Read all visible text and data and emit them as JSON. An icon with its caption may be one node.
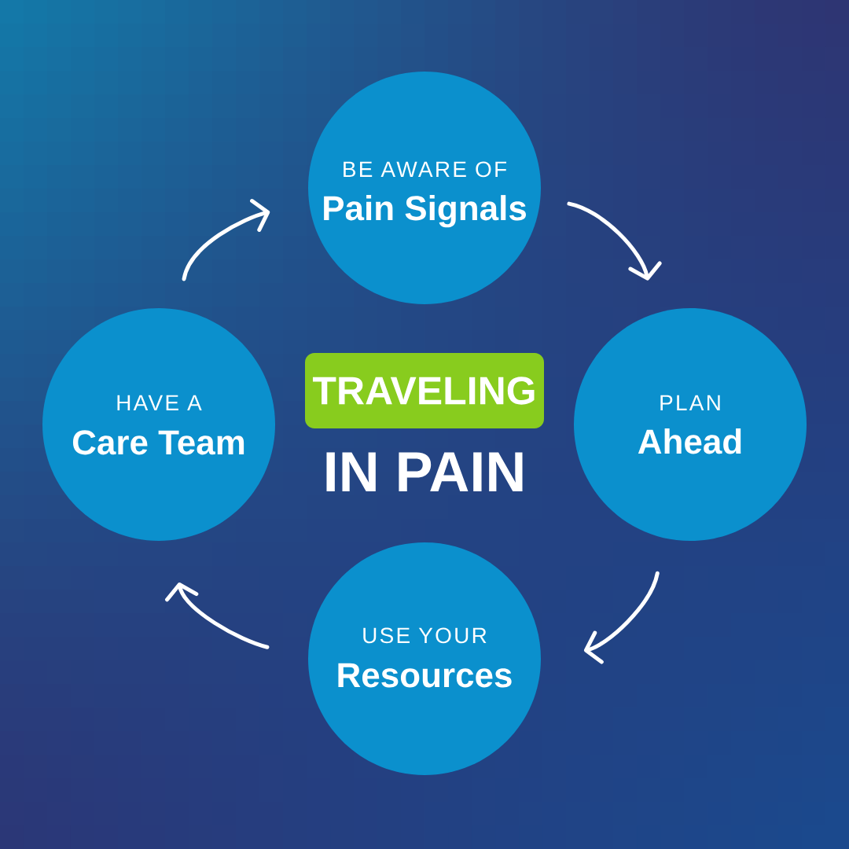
{
  "diagram": {
    "nodes": [
      {
        "text": [
          "BE AWARE OF",
          "Pain Signals"
        ]
      },
      {
        "text": [
          "HAVE A",
          "Care Team"
        ]
      },
      {
        "text": [
          "TRAVELING"
        ]
      },
      {
        "text": [
          "PLAN",
          "Ahead"
        ]
      },
      {
        "text": [
          "USE YOUR",
          "Resources"
        ]
      }
    ],
    "edges": [
      {
        "from": 0,
        "to": 3,
        "arrow": "to"
      },
      {
        "from": 3,
        "to": 4,
        "arrow": "to"
      },
      {
        "from": 4,
        "to": 1,
        "arrow": "to"
      },
      {
        "from": 1,
        "to": 0,
        "arrow": "to"
      }
    ],
    "labels": [
      "IN PAIN"
    ]
  }
}
